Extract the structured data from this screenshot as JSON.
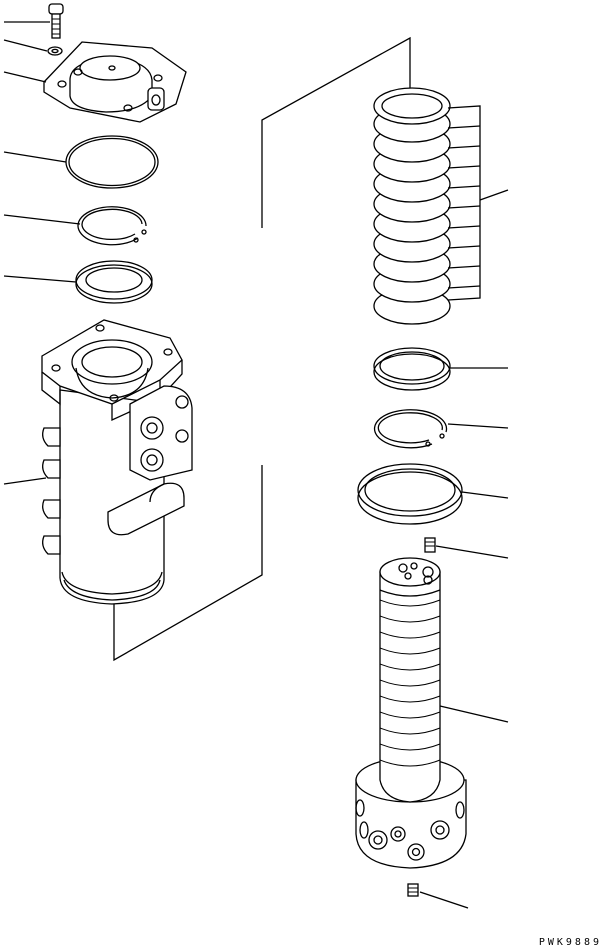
{
  "drawing_code": "PWK9889",
  "parts": [
    {
      "id": "bolt"
    },
    {
      "id": "washer"
    },
    {
      "id": "cover"
    },
    {
      "id": "o-ring"
    },
    {
      "id": "snap-ring-upper"
    },
    {
      "id": "ring-upper"
    },
    {
      "id": "swivel-body"
    },
    {
      "id": "seal-stack"
    },
    {
      "id": "ring-lower"
    },
    {
      "id": "snap-ring-lower"
    },
    {
      "id": "seal-large"
    },
    {
      "id": "plug-top"
    },
    {
      "id": "shaft"
    },
    {
      "id": "plug-bottom"
    }
  ]
}
